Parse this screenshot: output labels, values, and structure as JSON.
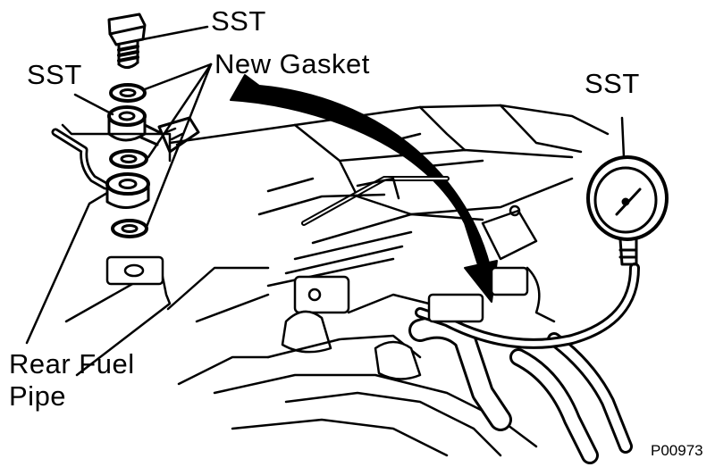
{
  "diagram": {
    "labels": {
      "sst_bolt": "SST",
      "sst_union": "SST",
      "new_gasket": "New Gasket",
      "sst_gauge": "SST",
      "rear_fuel_pipe_line1": "Rear Fuel",
      "rear_fuel_pipe_line2": "Pipe",
      "figure_code": "P00973"
    },
    "colors": {
      "ink": "#000000",
      "paper": "#ffffff"
    }
  }
}
